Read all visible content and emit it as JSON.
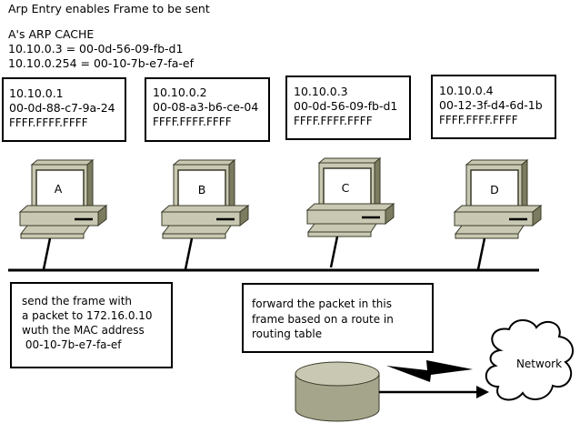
{
  "title": "Arp Entry enables Frame to be sent",
  "arp_cache": {
    "heading": "A's ARP CACHE",
    "entries": [
      "10.10.0.3 = 00-0d-56-09-fb-d1",
      "10.10.0.254 = 00-10-7b-e7-fa-ef"
    ]
  },
  "hosts": [
    {
      "label": "A",
      "ip": "10.10.0.1",
      "mac": "00-0d-88-c7-9a-24",
      "broadcast": "FFFF.FFFF.FFFF"
    },
    {
      "label": "B",
      "ip": "10.10.0.2",
      "mac": "00-08-a3-b6-ce-04",
      "broadcast": "FFFF.FFFF.FFFF"
    },
    {
      "label": "C",
      "ip": "10.10.0.3",
      "mac": "00-0d-56-09-fb-d1",
      "broadcast": "FFFF.FFFF.FFFF"
    },
    {
      "label": "D",
      "ip": "10.10.0.4",
      "mac": "00-12-3f-d4-6d-1b",
      "broadcast": "FFFF.FFFF.FFFF"
    }
  ],
  "send_note": [
    "send the frame with",
    "a packet to 172.16.0.10",
    "wuth the MAC address",
    " 00-10-7b-e7-fa-ef"
  ],
  "router_note": [
    "forward the packet in this",
    "frame based on a route in",
    "routing table"
  ],
  "cloud_label": "Network"
}
